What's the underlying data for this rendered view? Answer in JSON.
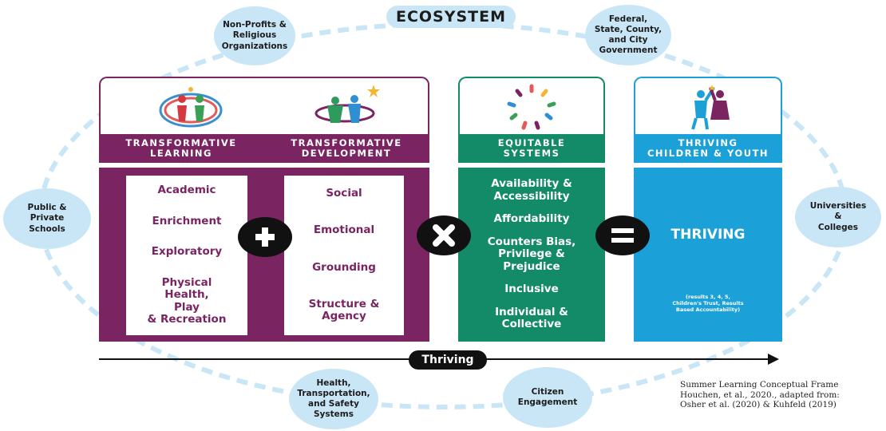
{
  "ecosystem_title": "ECOSYSTEM",
  "partners": {
    "nonprofits": "Non-Profits &\nReligious\nOrganizations",
    "government": "Federal,\nState, County,\nand City\nGovernment",
    "schools": "Public &\nPrivate\nSchools",
    "universities": "Universities\n&\nColleges",
    "health": "Health,\nTransportation,\nand Safety\nSystems",
    "citizen": "Citizen\nEngagement"
  },
  "columns": {
    "learning": {
      "header": "TRANSFORMATIVE\nLEARNING",
      "items": [
        "Academic",
        "Enrichment",
        "Exploratory",
        "Physical\nHealth,\nPlay\n& Recreation"
      ]
    },
    "development": {
      "header": "TRANSFORMATIVE\nDEVELOPMENT",
      "items": [
        "Social",
        "Emotional",
        "Grounding",
        "Structure &\nAgency"
      ]
    },
    "systems": {
      "header": "EQUITABLE\nSYSTEMS",
      "items": [
        "Availability &\nAccessibility",
        "Affordability",
        "Counters Bias,\nPrivilege &\nPrejudice",
        "Inclusive",
        "Individual &\nCollective"
      ]
    },
    "thriving": {
      "header": "THRIVING\nCHILDREN & YOUTH",
      "main": "THRIVING",
      "note": "(results 3, 4, 5,\nChildren's Trust, Results\nBased Accountability)"
    }
  },
  "operators": {
    "plus": "plus",
    "times": "multiply",
    "equals": "equals"
  },
  "axis_label": "Thriving",
  "citation": [
    "Summer Learning Conceptual Frame",
    "Houchen, et al., 2020., adapted from:",
    "Osher et al. (2020) & Kuhfeld (2019)"
  ],
  "colors": {
    "purple": "#7a2462",
    "green": "#138a68",
    "blue": "#1ba0d8",
    "bubble": "#c9e6f7",
    "dark": "#111111"
  }
}
